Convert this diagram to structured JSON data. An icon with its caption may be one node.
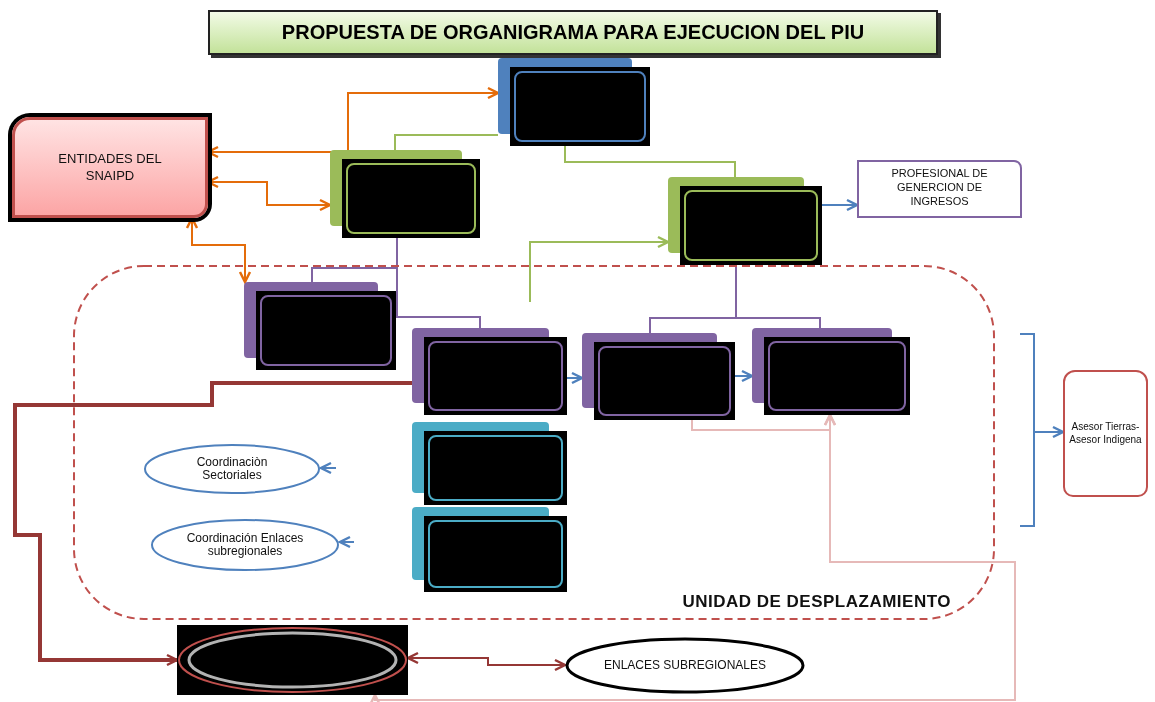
{
  "diagram": {
    "title": "PROPUESTA DE ORGANIGRAMA PARA EJECUCION DEL PIU",
    "nodes": [
      {
        "text": [
          "UNIDAD DE DESPLAZAMIENTO"
        ]
      },
      {
        "text": [],
        "shape": "box"
      },
      {
        "text": [
          "ENTIDADES DEL SNAIPD"
        ]
      },
      {
        "text": [],
        "shape": "box"
      },
      {
        "text": [],
        "shape": "box"
      },
      {
        "text": [
          "PROFESIONAL DE GENERCION DE INGRESOS"
        ]
      },
      {
        "text": [],
        "shape": "box",
        "in": 0
      },
      {
        "text": [],
        "shape": "box",
        "in": 0
      },
      {
        "text": [],
        "shape": "box",
        "in": 0
      },
      {
        "text": [],
        "shape": "box",
        "in": 0
      },
      {
        "text": [
          "Coordinaciòn Sectoriales"
        ],
        "in": 0
      },
      {
        "text": [],
        "shape": "box",
        "in": 0
      },
      {
        "text": [
          "Coordinación Enlaces subregionales"
        ],
        "in": 0
      },
      {
        "text": [],
        "shape": "box",
        "in": 0
      },
      {
        "text": [
          "Asesor Tierras-Asesor Indigena"
        ]
      },
      {
        "text": [],
        "shape": "ellipse"
      },
      {
        "text": [
          "ENLACES SUBREGIONALES"
        ]
      },
      {
        "text": [],
        "shape": "bracket"
      }
    ],
    "edges": [
      {
        "from": 2,
        "to": 1,
        "arrow": "both",
        "color": "#e46c0a"
      },
      {
        "from": 2,
        "to": 3,
        "arrow": "both",
        "color": "#e46c0a"
      },
      {
        "from": 2,
        "to": 6,
        "arrow": "both",
        "color": "#e46c0a"
      },
      {
        "from": 3,
        "to": 1,
        "arrow": "none",
        "color": "#9bbb59"
      },
      {
        "from": 1,
        "to": 4,
        "arrow": "none",
        "color": "#9bbb59"
      },
      {
        "from": 3,
        "to": 6,
        "arrow": "none",
        "color": "#8064a2"
      },
      {
        "from": 3,
        "to": 7,
        "arrow": "none",
        "color": "#8064a2"
      },
      {
        "from": null,
        "to": 4,
        "arrow": "to",
        "color": "#9bbb59"
      },
      {
        "from": 4,
        "to": 5,
        "arrow": "to"
      },
      {
        "from": 4,
        "to": 8,
        "arrow": "none",
        "color": "#8064a2"
      },
      {
        "from": 4,
        "to": 9,
        "arrow": "none",
        "color": "#8064a2"
      },
      {
        "from": 7,
        "to": 8,
        "arrow": "to"
      },
      {
        "from": 8,
        "to": 9,
        "arrow": "to"
      },
      {
        "from": null,
        "to": 10,
        "arrow": "to"
      },
      {
        "from": null,
        "to": 12,
        "arrow": "to"
      },
      {
        "from": 17,
        "to": 14,
        "arrow": "to"
      },
      {
        "from": 7,
        "to": 15,
        "arrow": "to",
        "style": "thick",
        "color": "#953735"
      },
      {
        "from": 15,
        "to": 16,
        "arrow": "both",
        "color": "#953735"
      },
      {
        "from": 8,
        "to": 9,
        "arrow": "to",
        "color": "#e6b9b8"
      },
      {
        "from": 15,
        "to": 9,
        "arrow": "both",
        "color": "#e6b9b8"
      }
    ]
  }
}
